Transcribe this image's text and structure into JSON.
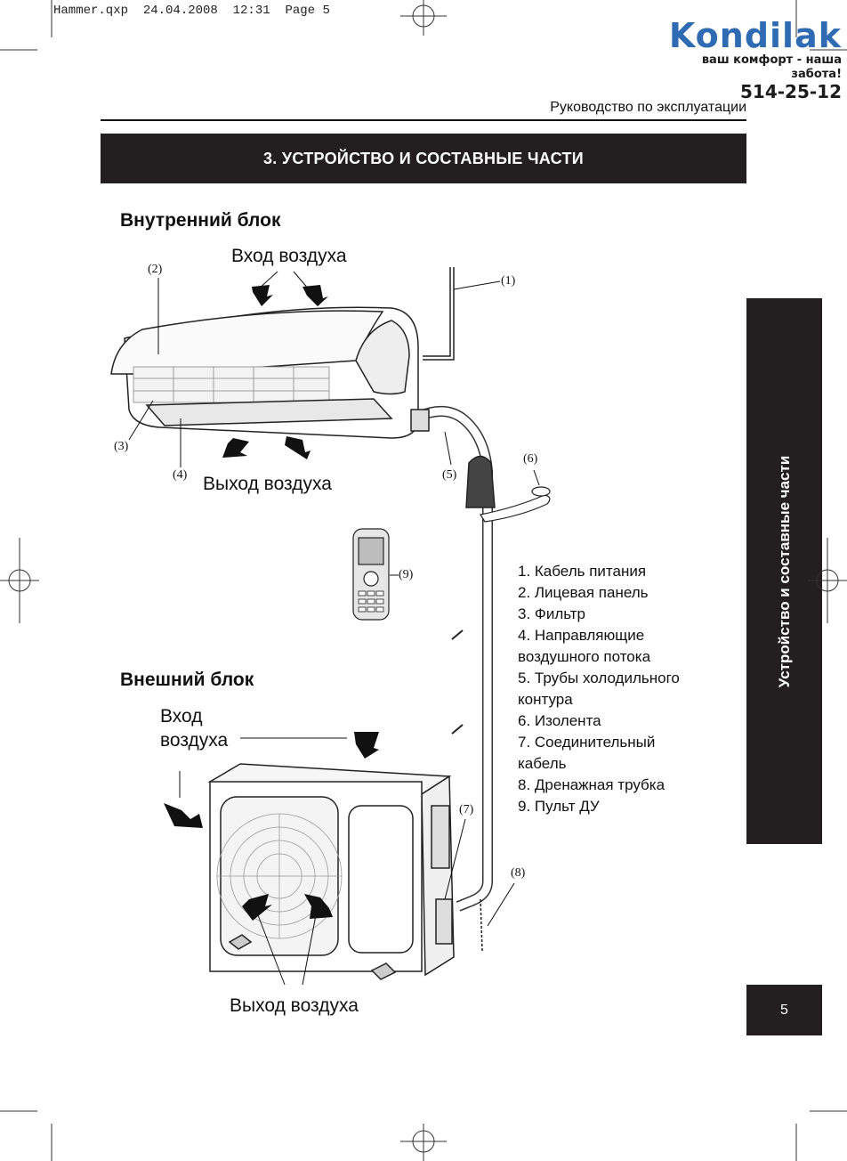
{
  "print_header": "Hammer.qxp  24.04.2008  12:31  Page 5",
  "logo": {
    "name": "Kondilak",
    "slogan": "ваш комфорт - наша забота!",
    "phone": "514-25-12"
  },
  "header": {
    "manual_title": "Руководство по эксплуатации"
  },
  "section": {
    "title": "3. УСТРОЙСТВО И СОСТАВНЫЕ ЧАСТИ"
  },
  "side_tab": {
    "label": "Устройство и составные части"
  },
  "page_number": "5",
  "indoor": {
    "heading": "Внутренний блок",
    "air_in": "Вход воздуха",
    "air_out": "Выход воздуха"
  },
  "outdoor": {
    "heading": "Внешний блок",
    "air_in_line1": "Вход",
    "air_in_line2": "воздуха",
    "air_out": "Выход воздуха"
  },
  "callouts": [
    "(1)",
    "(2)",
    "(3)",
    "(4)",
    "(5)",
    "(6)",
    "(7)",
    "(8)",
    "(9)"
  ],
  "legend": [
    "1. Кабель питания",
    "2. Лицевая панель",
    "3. Фильтр",
    "4. Направляющие",
    "воздушного потока",
    "5. Трубы холодильного",
    "контура",
    "6. Изолента",
    "7. Соединительный",
    "кабель",
    "8. Дренажная трубка",
    "9. Пульт ДУ"
  ],
  "colors": {
    "dark_bar": "#231f20",
    "logo_blue": "#2f6bb3"
  }
}
